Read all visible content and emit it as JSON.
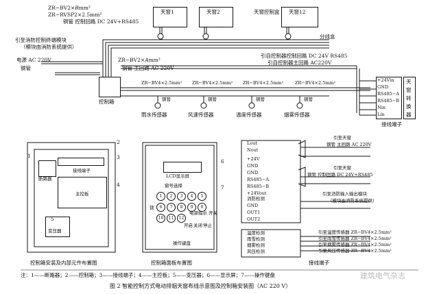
{
  "windows": {
    "w1": "天窗1",
    "w2": "天窗2",
    "w12": "天窗12",
    "wctrl": "天窗控制盒"
  },
  "cables_top": {
    "bv": "ZR−BV2×",
    "bv_mm": "B",
    "bv_unit": "mm²",
    "rvsp": "ZR−RVSP2×2.5mm²",
    "duct_top": "铜管  控制回路 DC 24V+RS485"
  },
  "labels_left": {
    "fire_module": "引至消防控制终端模块",
    "fire_module_note": "（模块由消防系统提供）",
    "power": "电源 AC 220V",
    "pipe": "钢管",
    "ctrl_box": "控制箱"
  },
  "cable_main": {
    "bv": "ZR−BV2×",
    "bv_mm": "A",
    "bv_unit": "mm²",
    "duct": "钢管  主回路 AC 220V"
  },
  "junction": "分线盒",
  "from_ctrl": {
    "dc": "引自控制器控制回路 DC 24V  RS485",
    "main": "引自控制器主回路 AC220V"
  },
  "sensors": [
    {
      "cable": "ZR−BV4×2.5mm²",
      "pipe": "钢管",
      "name": "雨水传感器"
    },
    {
      "cable": "ZR−BV4×2.5mm²",
      "pipe": "钢管",
      "name": "风速传感器"
    },
    {
      "cable": "ZR−BV4×2.5mm²",
      "pipe": "钢管",
      "name": "温度传感器"
    },
    {
      "cable": "ZR−BV4×2.5mm²",
      "pipe": "钢管",
      "name": "烟雾传感器"
    }
  ],
  "converter": {
    "title": "天窗转换器",
    "pins": [
      "+24Vin",
      "GND",
      "RS485−A",
      "RS485−B",
      "Nin",
      "Lin"
    ],
    "caption": "接线端子"
  },
  "box_layout": {
    "breaker": "断路器",
    "terminal": "接线端子",
    "board": "主控板",
    "transformer": "变压器",
    "caption": "控制箱安装及内部元件布置图",
    "callouts": [
      "1",
      "2",
      "3",
      "4",
      "5"
    ]
  },
  "panel_layout": {
    "lcd": "LCD显示屏",
    "select": "窗号选择",
    "lock": "锁",
    "keys": [
      "1",
      "2",
      "3",
      "4",
      "5",
      "6",
      "7",
      "8",
      "9",
      "0",
      "10",
      "11",
      "12"
    ],
    "power_sw": "电源指示 开关",
    "btn_open": "开启",
    "btn_close": "关闭",
    "btn_stop": "停止",
    "keypad": "操作键盘",
    "caption": "控制箱面板布置图",
    "callouts": [
      "6",
      "7"
    ]
  },
  "terminal_block": {
    "pins": [
      "Lout",
      "Nout",
      "+24V",
      "GND",
      "GND",
      "RS485−A",
      "RS485−B",
      "+24Vout",
      "消防检测",
      "GND",
      "OUT1",
      "OUT2"
    ],
    "notes": {
      "to_window": "引至天窗",
      "main_ac": "钢管  主回路 AC 220V",
      "to_window2": "引至天窗",
      "dc_ctrl": "钢管  控制回路 DC 24V+RS485",
      "fire_in": "引至消防输入输出模块",
      "fire_note": "（模块由消防系统提供）"
    },
    "sensor_pins": [
      "温度检测",
      "雨雪检测",
      "烟雾检测",
      "风压检测"
    ],
    "sensor_notes": [
      "引至温度传感器  ZR−BV4×2.5mm²",
      "引至雨雪传感器  ZR−BV4×2.5mm²",
      "引至烟雾传感器  ZR−BV4×2.5mm²",
      "引至风压传感器  ZR−BV4×2.5mm²"
    ],
    "caption": "接线端子"
  },
  "legend": "注：1——断路器；2——控制箱；3——接线端子；4——主控板；5——变压器；6——显示屏；7——操作键盘",
  "figure_caption": "图 2    智能控制方式电动排烟天窗布线示意图及控制箱安装图（AC 220 V）",
  "watermark": "建筑电气杂志"
}
